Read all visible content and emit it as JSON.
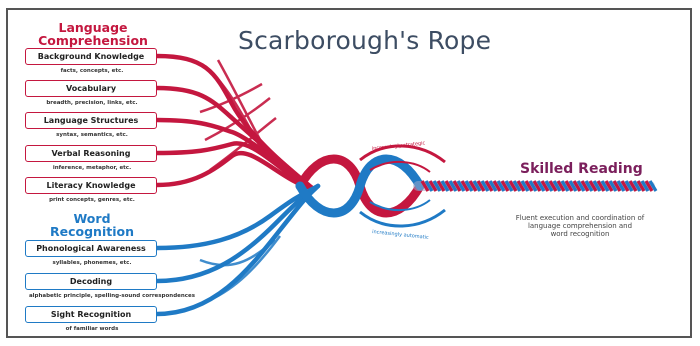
{
  "title": "Scarborough's Rope",
  "language_comprehension": {
    "heading_line1": "Language",
    "heading_line2": "Comprehension",
    "color": "#c4173f",
    "strands": [
      {
        "label": "Background Knowledge",
        "sub": "facts, concepts, etc."
      },
      {
        "label": "Vocabulary",
        "sub": "breadth, precision, links, etc."
      },
      {
        "label": "Language Structures",
        "sub": "syntax, semantics, etc."
      },
      {
        "label": "Verbal Reasoning",
        "sub": "inference, metaphor, etc."
      },
      {
        "label": "Literacy Knowledge",
        "sub": "print concepts, genres, etc."
      }
    ]
  },
  "word_recognition": {
    "heading_line1": "Word",
    "heading_line2": "Recognition",
    "color": "#1f7ac5",
    "strands": [
      {
        "label": "Phonological Awareness",
        "sub": "syllables, phonemes, etc."
      },
      {
        "label": "Decoding",
        "sub": "alphabetic principle, spelling-sound correspondences"
      },
      {
        "label": "Sight Recognition",
        "sub": "of familiar words"
      }
    ]
  },
  "arc_top": "increasingly strategic",
  "arc_bottom": "increasingly automatic",
  "skilled_reading": "Skilled Reading",
  "skilled_desc_1": "Fluent execution and coordination of",
  "skilled_desc_2": "language comprehension and",
  "skilled_desc_3": "word recognition"
}
